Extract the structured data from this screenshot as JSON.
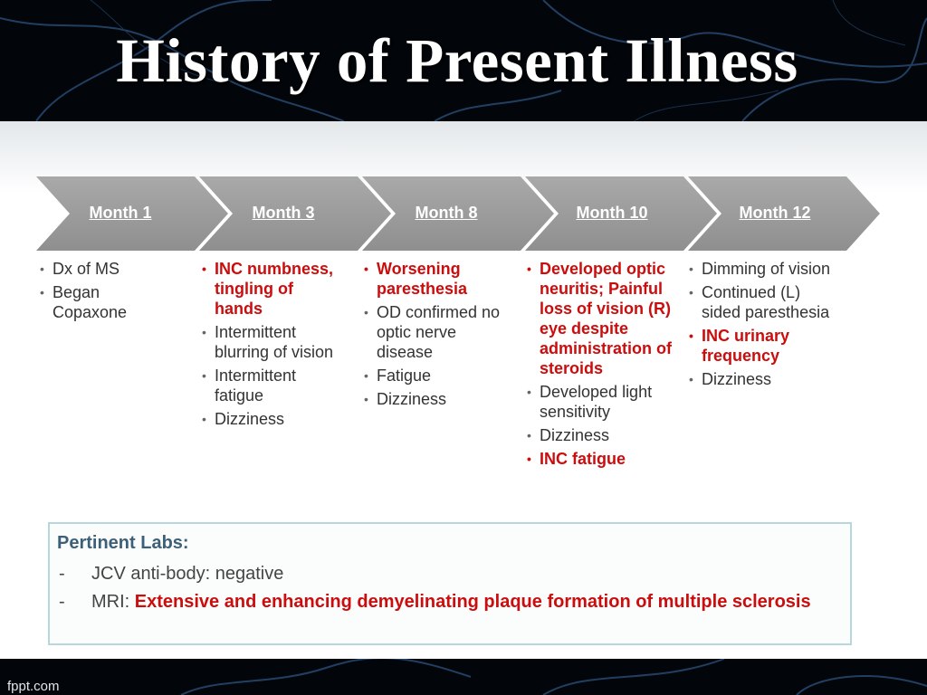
{
  "slide": {
    "title": "History of Present Illness"
  },
  "timeline": [
    {
      "label": "Month 1"
    },
    {
      "label": "Month 3"
    },
    {
      "label": "Month 8"
    },
    {
      "label": "Month 10"
    },
    {
      "label": "Month 12"
    }
  ],
  "columns": [
    {
      "items": [
        {
          "text": "Dx of MS",
          "highlight": false
        },
        {
          "text": "Began Copaxone",
          "highlight": false
        }
      ]
    },
    {
      "items": [
        {
          "text": "INC numbness, tingling of hands",
          "highlight": true
        },
        {
          "text": "Intermittent blurring of vision",
          "highlight": false
        },
        {
          "text": "Intermittent fatigue",
          "highlight": false
        },
        {
          "text": "Dizziness",
          "highlight": false
        }
      ]
    },
    {
      "items": [
        {
          "text": "Worsening paresthesia",
          "highlight": true
        },
        {
          "text": "OD confirmed no optic nerve disease",
          "highlight": false
        },
        {
          "text": "Fatigue",
          "highlight": false
        },
        {
          "text": "Dizziness",
          "highlight": false
        }
      ]
    },
    {
      "items": [
        {
          "text": "Developed optic neuritis; Painful loss of vision (R) eye despite administration of steroids",
          "highlight": true
        },
        {
          "text": "Developed light sensitivity",
          "highlight": false
        },
        {
          "text": "Dizziness",
          "highlight": false
        },
        {
          "text": "INC fatigue",
          "highlight": true
        }
      ]
    },
    {
      "items": [
        {
          "text": "Dimming of vision",
          "highlight": false
        },
        {
          "text": "Continued (L) sided paresthesia",
          "highlight": false
        },
        {
          "text": "INC urinary frequency",
          "highlight": true
        },
        {
          "text": "Dizziness",
          "highlight": false
        }
      ]
    }
  ],
  "labs": {
    "title": "Pertinent Labs:",
    "rows": [
      {
        "dash": "-",
        "prefix": "JCV anti-body: negative",
        "emphasis": ""
      },
      {
        "dash": "-",
        "prefix": "MRI: ",
        "emphasis": "Extensive and enhancing demyelinating plaque formation of multiple sclerosis"
      }
    ]
  },
  "footer": {
    "text": "fppt.com"
  },
  "colors": {
    "header_bg": "#020509",
    "arrow_fill": "#999999",
    "highlight_red": "#cc0d0d",
    "labs_border": "#b6d8dd",
    "labs_title": "#3d6078"
  }
}
